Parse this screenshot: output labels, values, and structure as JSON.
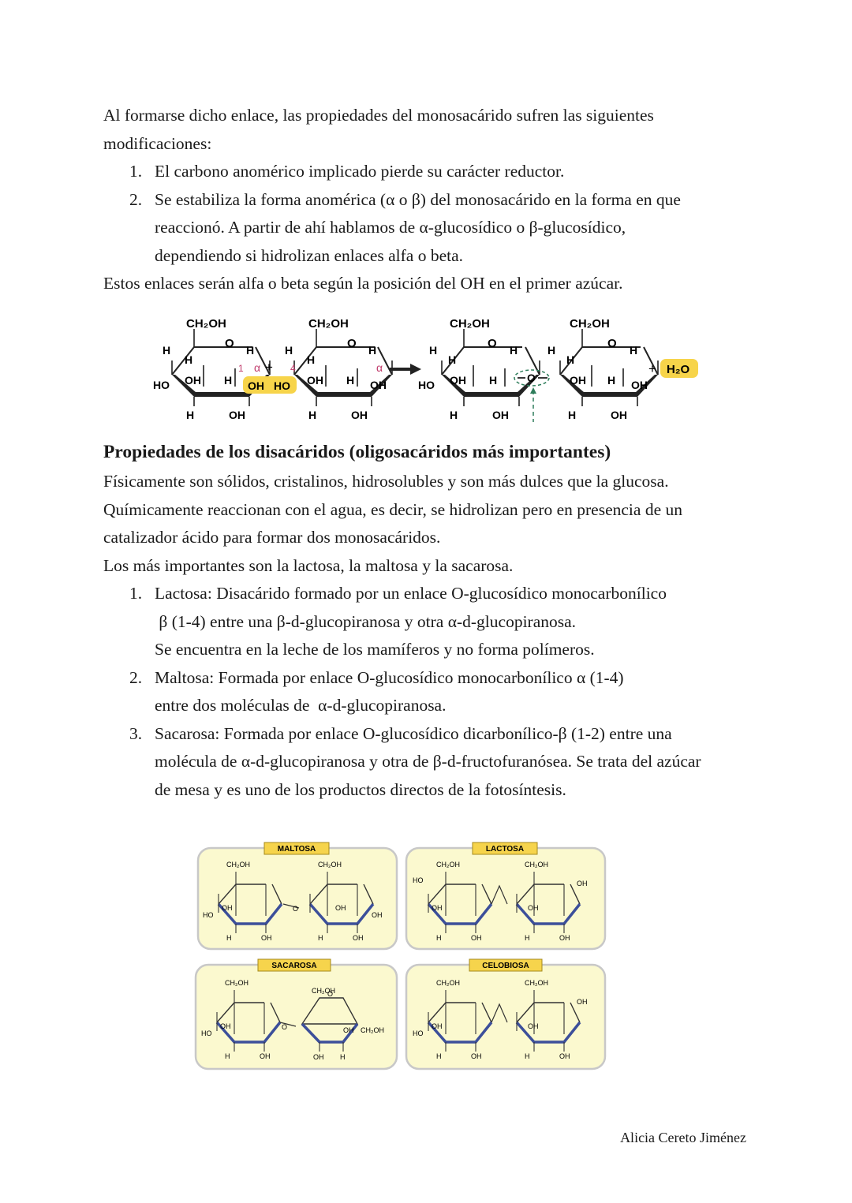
{
  "intro": {
    "line1": "Al formarse dicho enlace, las propiedades del monosacárido sufren las siguientes",
    "line2": "modificaciones:"
  },
  "modifications": [
    {
      "num": "1.",
      "lines": [
        "El carbono anomérico implicado pierde su carácter reductor."
      ]
    },
    {
      "num": "2.",
      "lines": [
        "Se estabiliza la forma anomérica (α o β) del monosacárido en la forma en que",
        "reaccionó. A partir de ahí hablamos de α-glucosídico o β-glucosídico,",
        "dependiendo si hidrolizan enlaces alfa o beta."
      ]
    }
  ],
  "bond_note": "Estos enlaces serán alfa o beta según la posición del OH en el primer azúcar.",
  "reaction_diagram": {
    "ch2oh": "CH₂OH",
    "ring_o": "O",
    "h": "H",
    "oh": "OH",
    "ho": "HO",
    "alpha": "α",
    "plus": "+",
    "c1": "1",
    "c4": "4",
    "bridge_o": "O",
    "water": "H₂O"
  },
  "section_title": "Propiedades de los disacáridos (oligosacáridos más importantes)",
  "properties": [
    "Físicamente son sólidos, cristalinos, hidrosolubles y son más dulces que la glucosa.",
    "Químicamente reaccionan con el agua, es decir, se hidrolizan pero en presencia de un",
    "catalizador ácido para formar dos monosacáridos.",
    "Los más importantes son la lactosa, la maltosa y la sacarosa."
  ],
  "disaccharides": [
    {
      "num": "1.",
      "lines": [
        "Lactosa: Disacárido formado por un enlace O-glucosídico monocarbonílico",
        " β (1-4) entre una β-d-glucopiranosa y otra α-d-glucopiranosa.",
        "Se encuentra en la leche de los mamíferos y no forma polímeros."
      ]
    },
    {
      "num": "2.",
      "lines": [
        "Maltosa: Formada por enlace O-glucosídico monocarbonílico α (1-4)",
        "entre dos moléculas de  α-d-glucopiranosa."
      ]
    },
    {
      "num": "3.",
      "lines": [
        "Sacarosa: Formada por enlace O-glucosídico dicarbonílico-β (1-2) entre una",
        "molécula de α-d-glucopiranosa y otra de β-d-fructofuranósea. Se trata del azúcar",
        "de mesa y es uno de los productos directos de la fotosíntesis."
      ]
    }
  ],
  "structures_figure": {
    "panels": [
      "MALTOSA",
      "LACTOSA",
      "SACAROSA",
      "CELOBIOSA"
    ],
    "ch2oh": "CH₂OH",
    "ring_o": "O",
    "oh": "OH",
    "ho": "HO",
    "h": "H"
  },
  "footer": {
    "author": "Alicia Cereto Jiménez"
  },
  "colors": {
    "text": "#1a1a1a",
    "highlight": "#f7d44a",
    "alpha_label": "#c03a6a",
    "bridge_dash": "#2e7d5b",
    "panel_bg": "#fbf9cf",
    "panel_border": "#c8c8c8",
    "label_bg": "#f6d44c",
    "bond_blue": "#3c4f9a"
  }
}
